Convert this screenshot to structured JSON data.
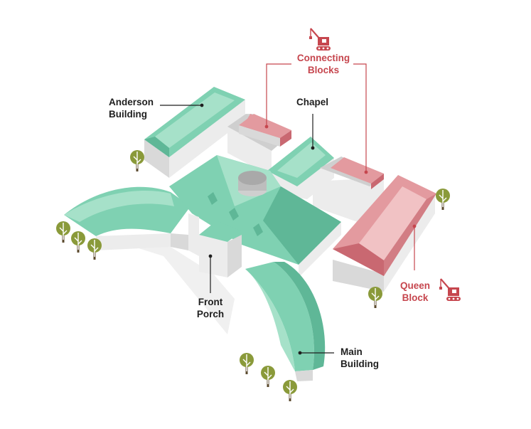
{
  "labels": {
    "anderson_building": "Anderson\nBuilding",
    "chapel": "Chapel",
    "connecting_blocks": "Connecting\nBlocks",
    "front_porch": "Front\nPorch",
    "main_building": "Main\nBuilding",
    "queen_block": "Queen\nBlock"
  },
  "colors": {
    "green_roof": "#7fd1b2",
    "green_roof_light": "#a6e1c9",
    "green_roof_dark": "#5fb797",
    "red_roof": "#e39a9f",
    "red_roof_light": "#f1c2c4",
    "red_roof_dark": "#c96871",
    "red_accent": "#c6464e",
    "wall": "#ececec",
    "wall_shade": "#d3d3d3",
    "tree": "#8a9a3a",
    "trunk": "#5b4a2e"
  },
  "icons": [
    "crane-icon",
    "crane-icon"
  ]
}
